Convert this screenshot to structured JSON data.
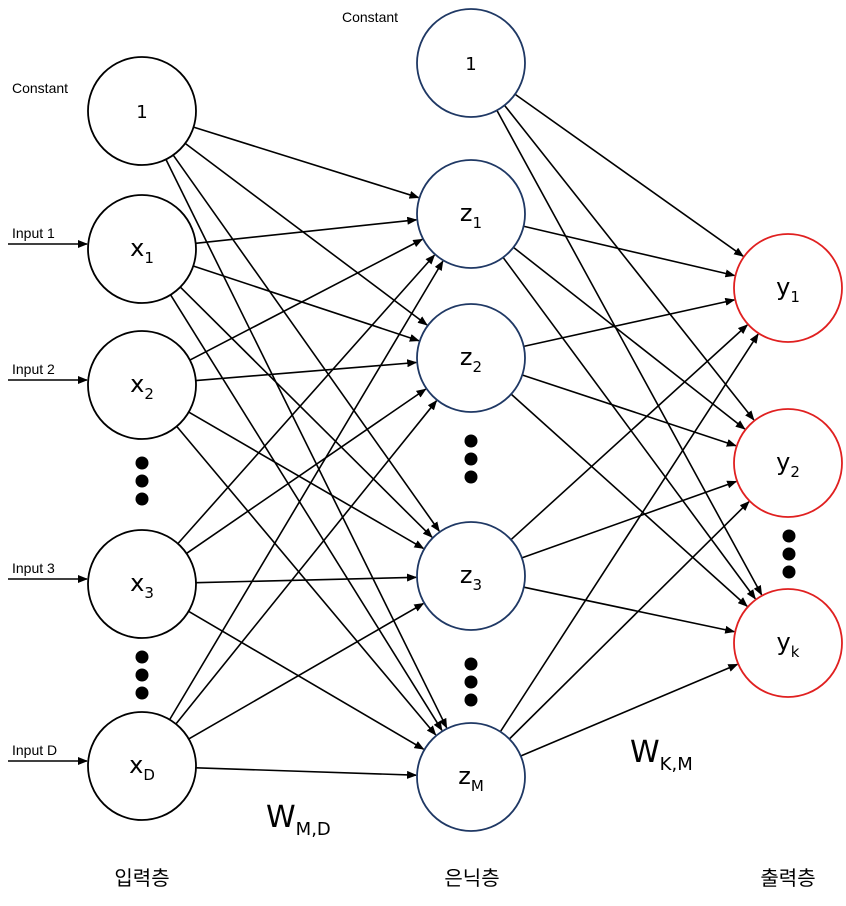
{
  "colors": {
    "hidden_stroke": "#1f3864",
    "output_stroke": "#e02020",
    "input_stroke": "#000000"
  },
  "input_layer": {
    "label": "입력층",
    "constant_label": "Constant",
    "nodes": [
      {
        "id": "in-bias",
        "main": "1",
        "sub": ""
      },
      {
        "id": "in-x1",
        "main": "x",
        "sub": "1",
        "arrow_label": "Input 1"
      },
      {
        "id": "in-x2",
        "main": "x",
        "sub": "2",
        "arrow_label": "Input 2"
      },
      {
        "id": "in-x3",
        "main": "x",
        "sub": "3",
        "arrow_label": "Input 3"
      },
      {
        "id": "in-xd",
        "main": "x",
        "sub": "D",
        "arrow_label": "Input D"
      }
    ]
  },
  "hidden_layer": {
    "label": "은닉층",
    "constant_label": "Constant",
    "nodes": [
      {
        "id": "hid-bias",
        "main": "1",
        "sub": ""
      },
      {
        "id": "hid-z1",
        "main": "z",
        "sub": "1"
      },
      {
        "id": "hid-z2",
        "main": "z",
        "sub": "2"
      },
      {
        "id": "hid-z3",
        "main": "z",
        "sub": "3"
      },
      {
        "id": "hid-zm",
        "main": "z",
        "sub": "M"
      }
    ]
  },
  "output_layer": {
    "label": "출력층",
    "nodes": [
      {
        "id": "out-y1",
        "main": "y",
        "sub": "1"
      },
      {
        "id": "out-y2",
        "main": "y",
        "sub": "2"
      },
      {
        "id": "out-yk",
        "main": "y",
        "sub": "k"
      }
    ]
  },
  "weights": {
    "input_to_hidden": {
      "main": "W",
      "sub": "M,D"
    },
    "hidden_to_output": {
      "main": "W",
      "sub": "K,M"
    }
  }
}
